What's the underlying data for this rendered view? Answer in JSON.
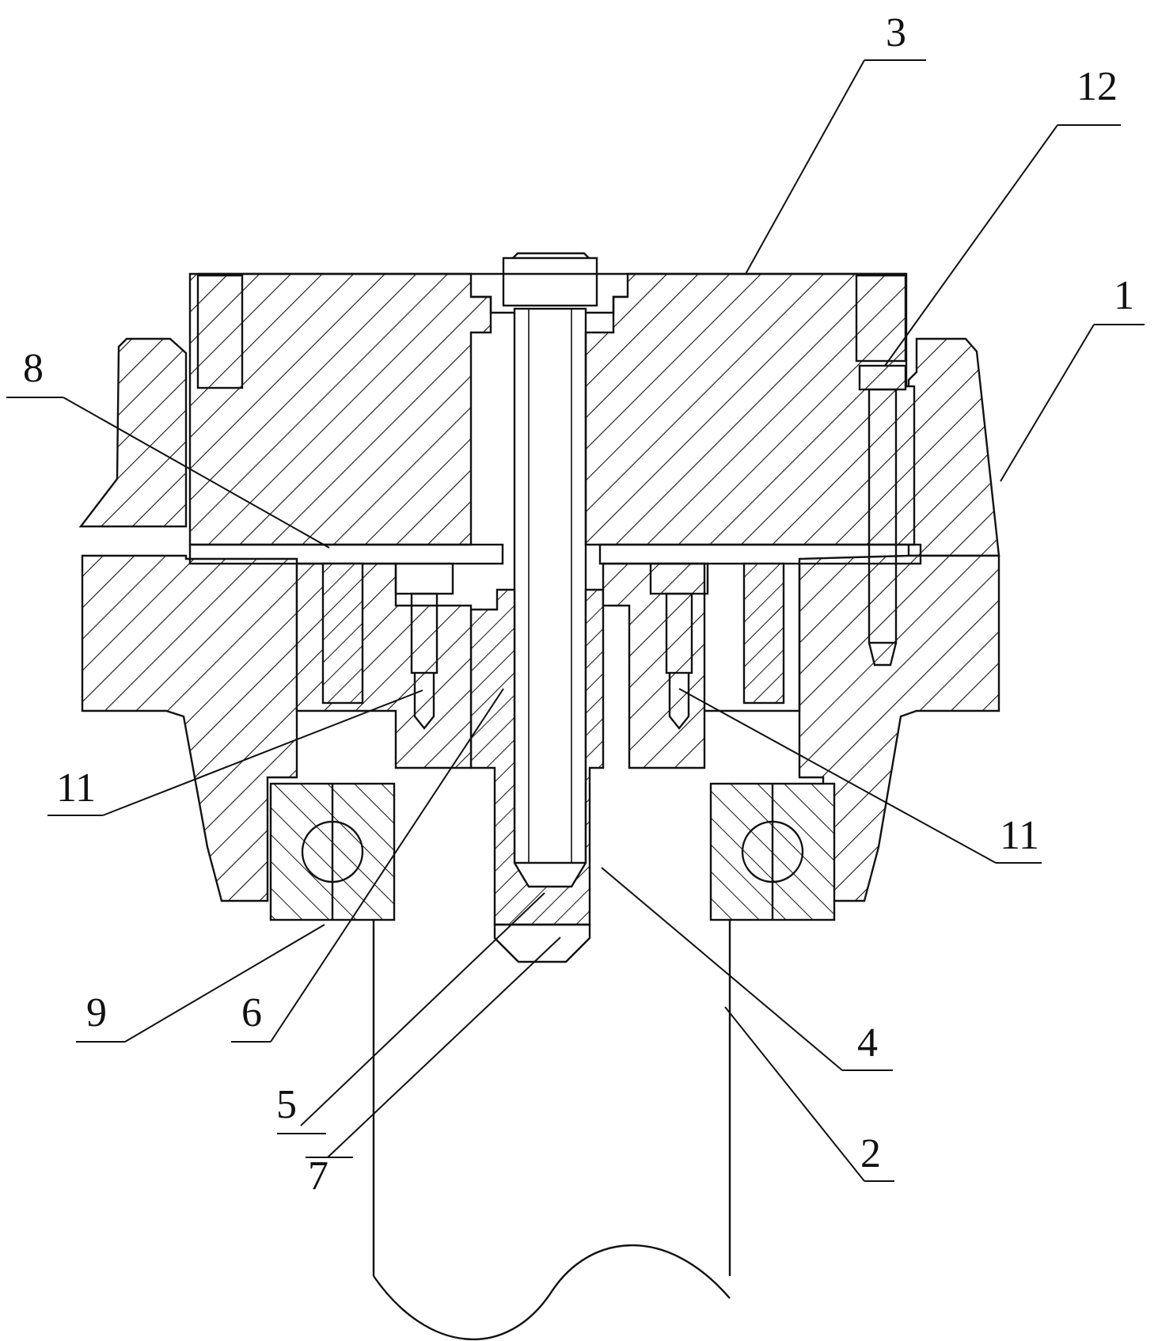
{
  "callouts": [
    {
      "id": "c3",
      "label": "3"
    },
    {
      "id": "c12",
      "label": "12"
    },
    {
      "id": "c1",
      "label": "1"
    },
    {
      "id": "c8",
      "label": "8"
    },
    {
      "id": "c11a",
      "label": "11"
    },
    {
      "id": "c11b",
      "label": "11"
    },
    {
      "id": "c9",
      "label": "9"
    },
    {
      "id": "c6",
      "label": "6"
    },
    {
      "id": "c5",
      "label": "5"
    },
    {
      "id": "c7",
      "label": "7"
    },
    {
      "id": "c4",
      "label": "4"
    },
    {
      "id": "c2",
      "label": "2"
    }
  ]
}
